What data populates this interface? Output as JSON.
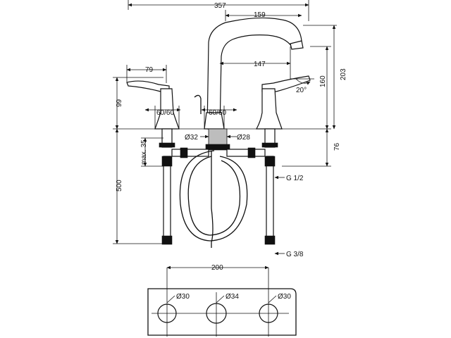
{
  "dimensions": {
    "width_overall": "357",
    "spout_reach": "159",
    "spout_inner": "147",
    "handle_width": "79",
    "spread_left": "60/60",
    "spread_right": "60/60",
    "handle_height": "99",
    "spout_height": "160",
    "total_height": "203",
    "angle": "20°",
    "dia_left_shank": "Ø32",
    "dia_right_shank": "Ø28",
    "shank_depth": "76",
    "max_depth": "max. 35",
    "hose_length": "500",
    "thread_top": "G 1/2",
    "thread_bottom": "G 3/8",
    "centre_distance": "200",
    "hole_left": "Ø30",
    "hole_centre": "Ø34",
    "hole_right": "Ø30"
  }
}
